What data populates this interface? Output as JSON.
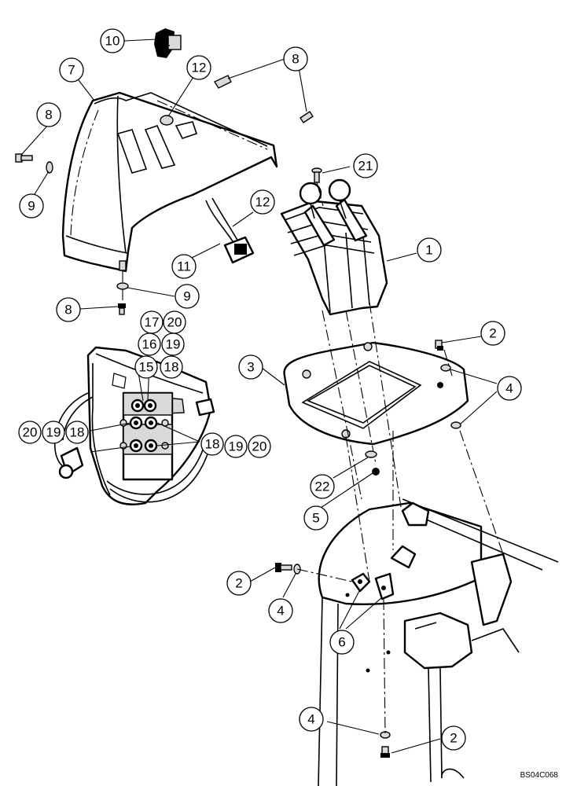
{
  "callouts": {
    "c10": "10",
    "c7": "7",
    "c12a": "12",
    "c8a": "8",
    "c8b": "8",
    "c9a": "9",
    "c21": "21",
    "c12b": "12",
    "c11": "11",
    "c1": "1",
    "c9b": "9",
    "c8c": "8",
    "c17": "17",
    "c20a": "20",
    "c16": "16",
    "c19a": "19",
    "c15": "15",
    "c18a": "18",
    "c2a": "2",
    "c3": "3",
    "c4a": "4",
    "c20b": "20",
    "c19b": "19",
    "c18b": "18",
    "c18c": "18",
    "c19c": "19",
    "c20c": "20",
    "c22": "22",
    "c5": "5",
    "c2b": "2",
    "c4b": "4",
    "c6": "6",
    "c4c": "4",
    "c2c": "2"
  },
  "doc_code": "BS04C068"
}
